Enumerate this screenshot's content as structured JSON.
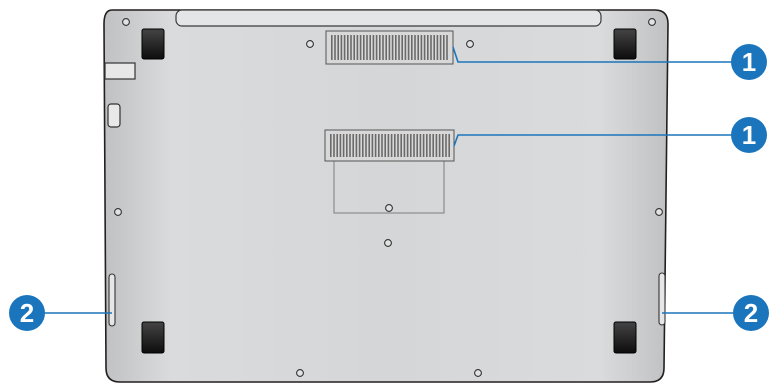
{
  "callouts": [
    {
      "label": "1",
      "target": "top-vent"
    },
    {
      "label": "1",
      "target": "middle-vent"
    },
    {
      "label": "2",
      "target": "left-speaker"
    },
    {
      "label": "2",
      "target": "right-speaker"
    }
  ],
  "colors": {
    "body_fill": "#d2d4d6",
    "body_outline": "#231f20",
    "callout_blue": "#1b75bc",
    "vent": "#666666",
    "foot": "#1a1a1a"
  }
}
